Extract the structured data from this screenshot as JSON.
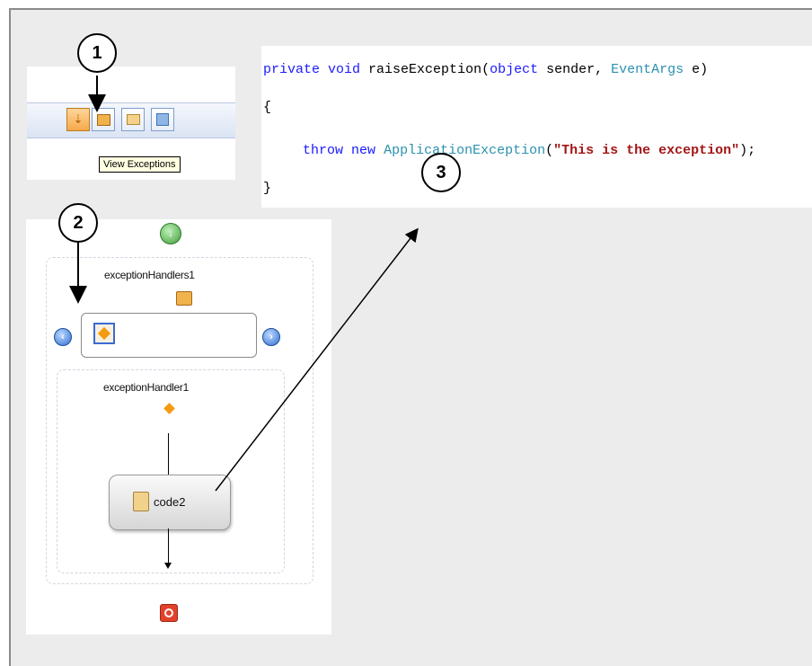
{
  "toolbar": {
    "tooltip": "View Exceptions",
    "buttons": [
      "view-workflow",
      "view-exceptions",
      "view-cancel-handler",
      "view-fault-handlers"
    ]
  },
  "code": {
    "line1": {
      "mod": "private",
      "ret": "void",
      "name": " raiseException(",
      "t1": "object",
      "p1": " sender, ",
      "t2": "EventArgs",
      "p2": " e)"
    },
    "open_brace": "{",
    "line3": {
      "kw1": "throw",
      "kw2": "new",
      "type": "ApplicationException",
      "paren_open": "(",
      "str": "\"This is the exception\"",
      "tail": ");"
    },
    "close_brace": "}"
  },
  "designer": {
    "group_label": "exceptionHandlers1",
    "handler_label": "exceptionHandler1",
    "activity_label": "code2"
  },
  "callouts": [
    "1",
    "2",
    "3"
  ],
  "colors": {
    "keyword": "#1a1aff",
    "type": "#2b91af",
    "string": "#a31515",
    "stop": "#e2412b",
    "nav": "#3b82d6",
    "start": "#4caf50"
  }
}
